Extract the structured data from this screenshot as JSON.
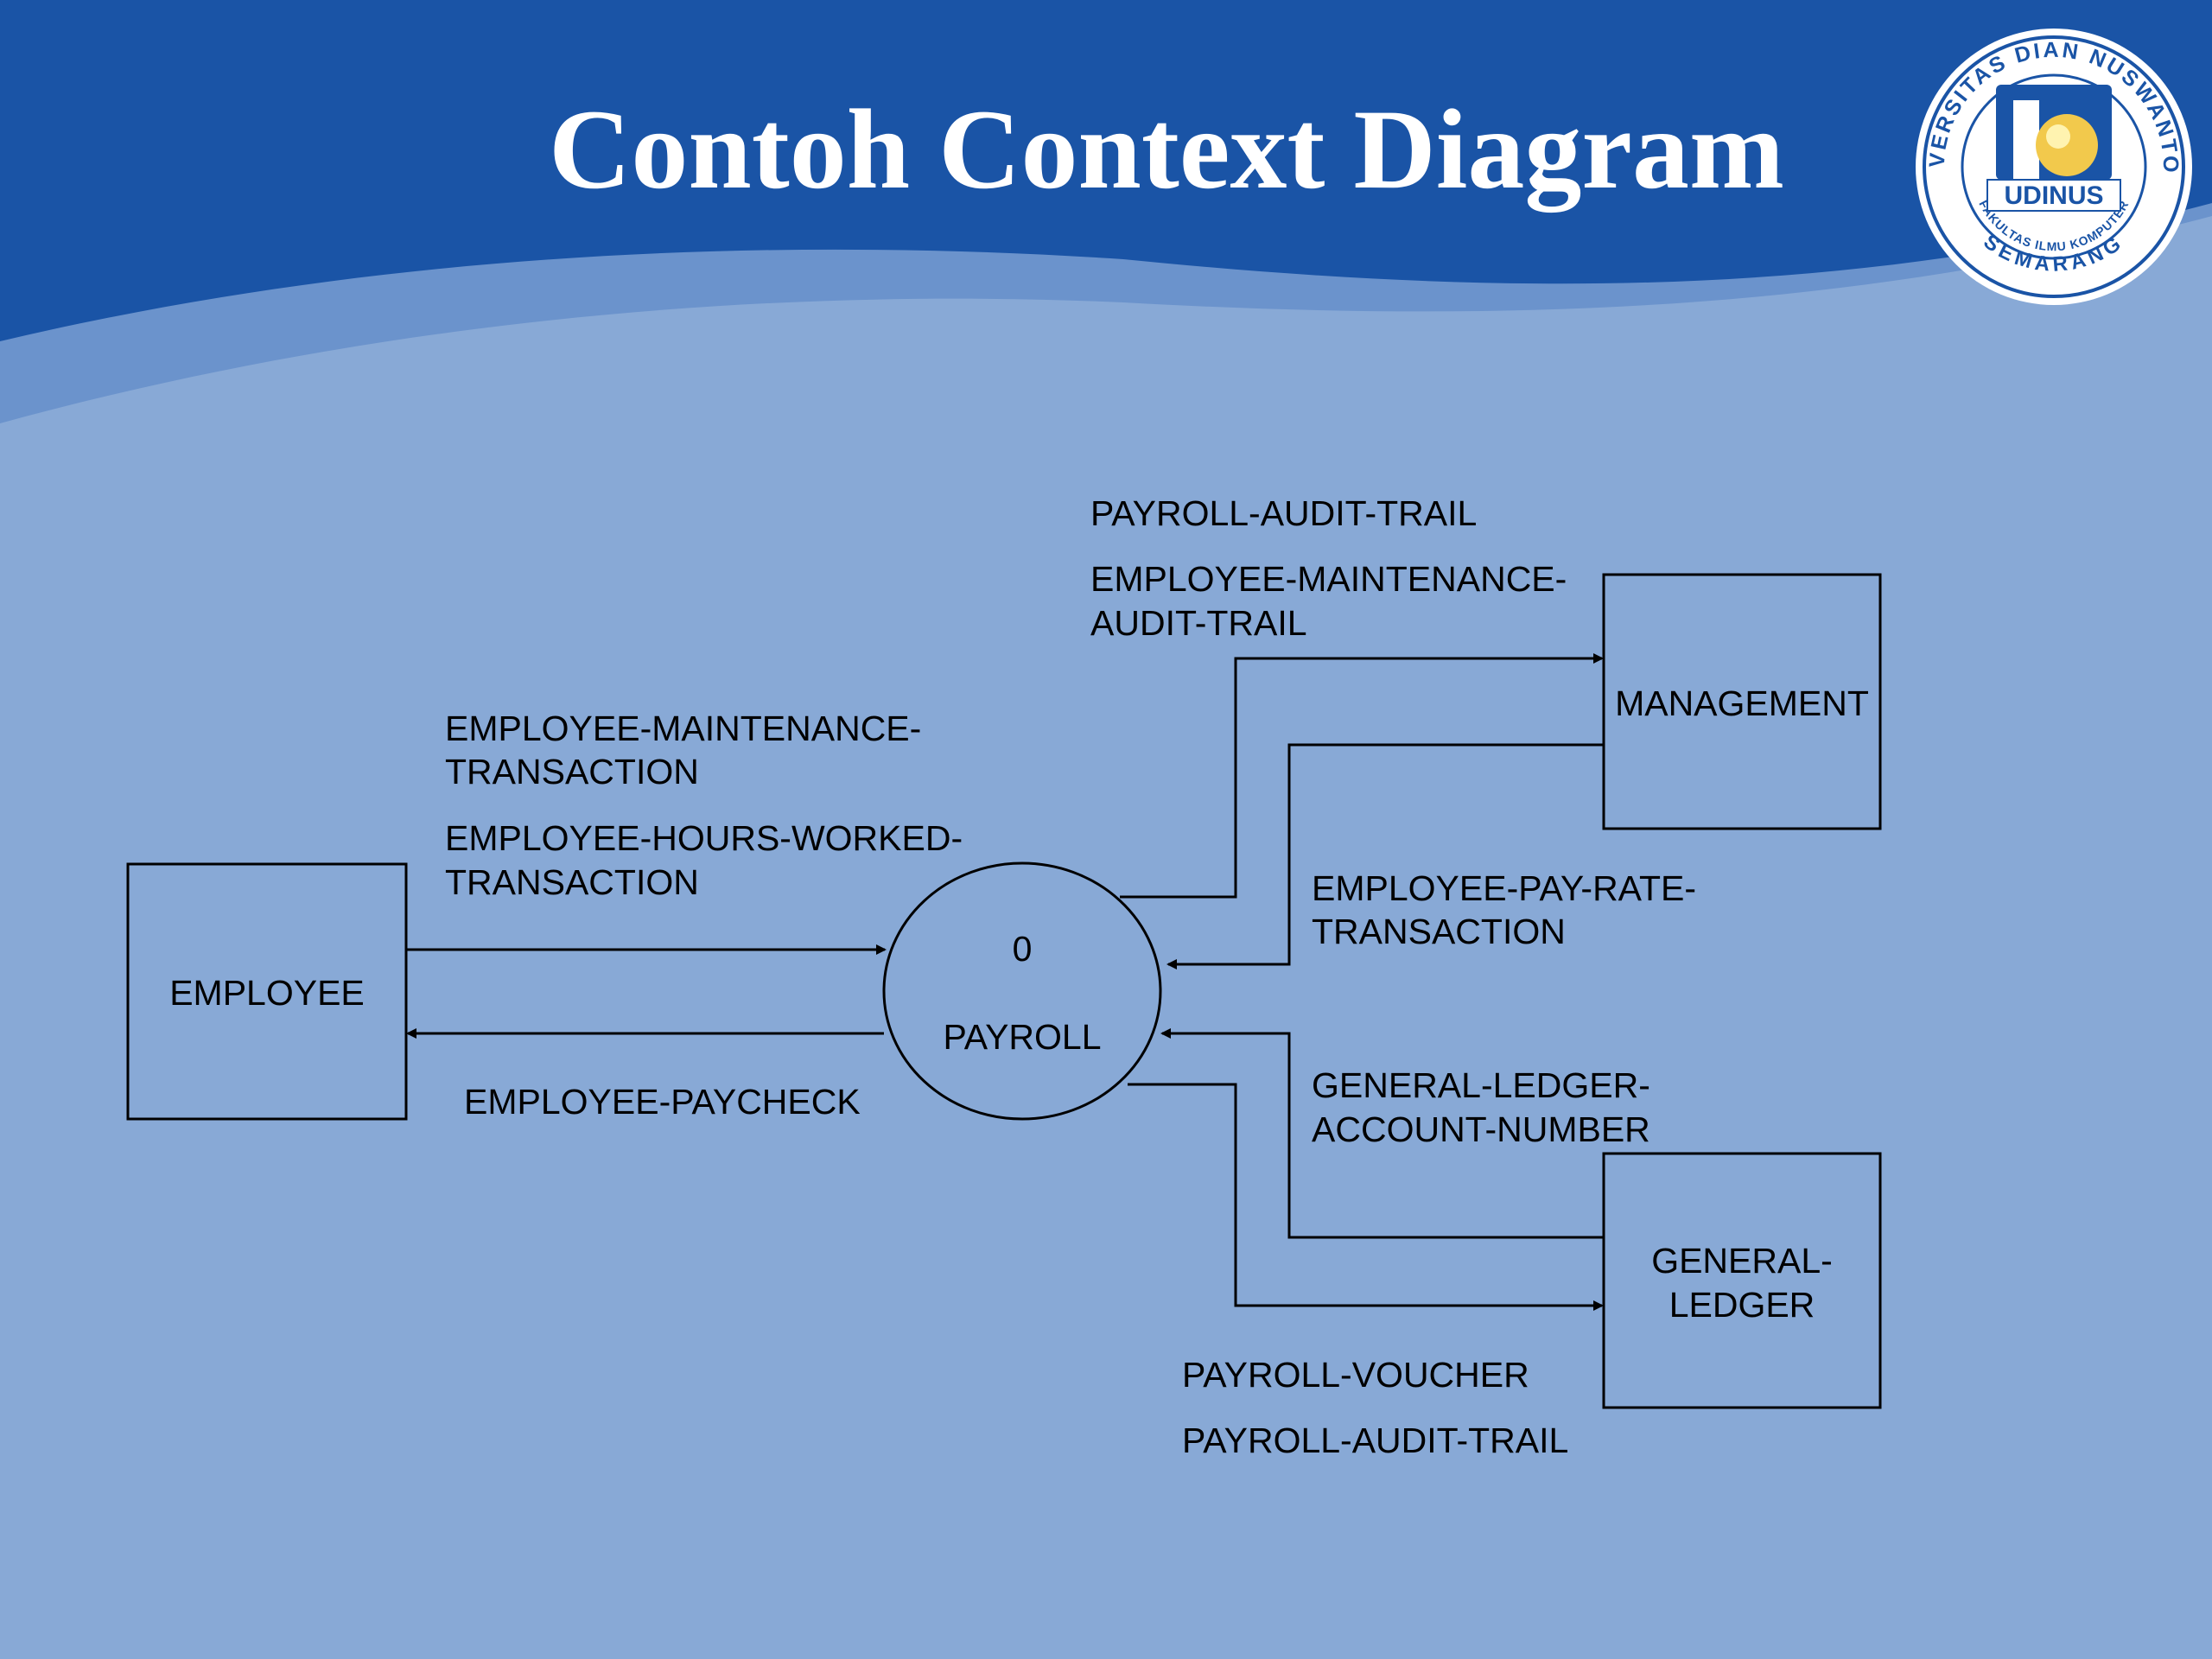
{
  "slide": {
    "title": "Contoh Context Diagram",
    "colors": {
      "header": "#1a54a6",
      "wave": "#5e89c7",
      "background": "#88a9d6"
    }
  },
  "logo": {
    "ring_text": "UNIVERSITAS DIAN NUSWANTORO",
    "inner_text": "FAKULTAS ILMU KOMPUTER",
    "bottom_text": "SEMARANG",
    "brand": "UDINUS"
  },
  "diagram": {
    "process": {
      "number": "0",
      "name": "PAYROLL"
    },
    "entities": {
      "employee": "EMPLOYEE",
      "management": "MANAGEMENT",
      "general_ledger": [
        "GENERAL-",
        "LEDGER"
      ]
    },
    "flows": {
      "to_payroll_from_employee": [
        [
          "EMPLOYEE-MAINTENANCE-",
          "TRANSACTION"
        ],
        [
          "EMPLOYEE-HOURS-WORKED-",
          "TRANSACTION"
        ]
      ],
      "to_employee": "EMPLOYEE-PAYCHECK",
      "to_management": [
        "PAYROLL-AUDIT-TRAIL",
        [
          "EMPLOYEE-MAINTENANCE-",
          "AUDIT-TRAIL"
        ]
      ],
      "from_management": [
        "EMPLOYEE-PAY-RATE-",
        "TRANSACTION"
      ],
      "from_general_ledger": [
        "GENERAL-LEDGER-",
        "ACCOUNT-NUMBER"
      ],
      "to_general_ledger": [
        "PAYROLL-VOUCHER",
        "PAYROLL-AUDIT-TRAIL"
      ]
    }
  }
}
